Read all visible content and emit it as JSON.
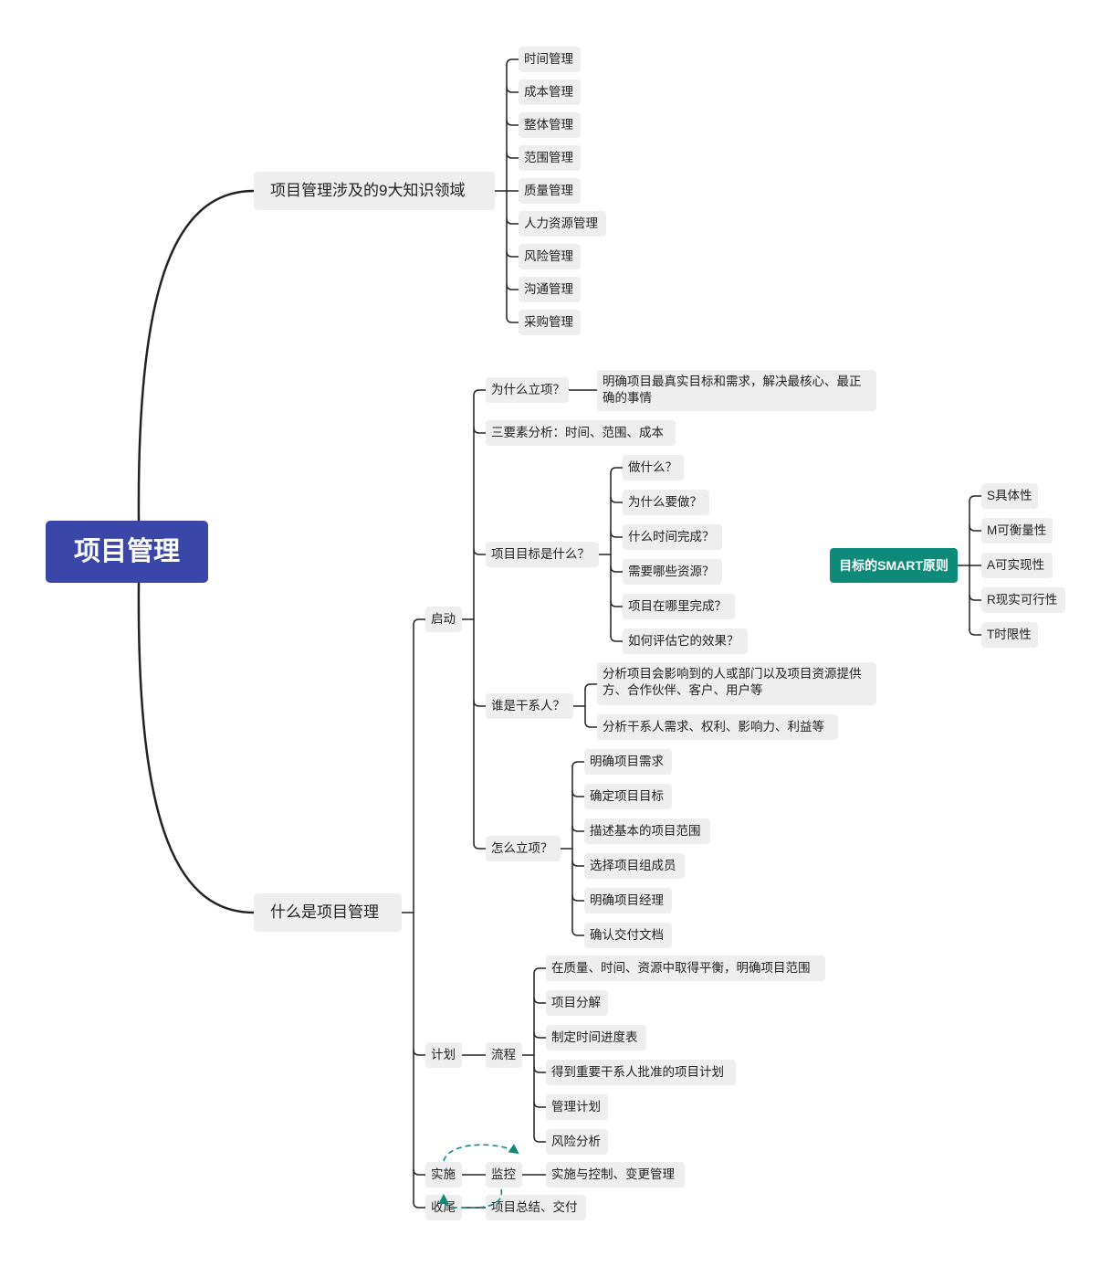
{
  "root": {
    "label": "项目管理"
  },
  "knowledge": {
    "label": "项目管理涉及的9大知识领域",
    "items": [
      "时间管理",
      "成本管理",
      "整体管理",
      "范围管理",
      "质量管理",
      "人力资源管理",
      "风险管理",
      "沟通管理",
      "采购管理"
    ]
  },
  "what": {
    "label": "什么是项目管理",
    "initiate": {
      "label": "启动",
      "why": {
        "label": "为什么立项？",
        "detail": "明确项目最真实目标和需求，解决最核心、最正确的事情"
      },
      "three_elements": "三要素分析：时间、范围、成本",
      "goal": {
        "label": "项目目标是什么？",
        "items": [
          "做什么？",
          "为什么要做？",
          "什么时间完成？",
          "需要哪些资源？",
          "项目在哪里完成？",
          "如何评估它的效果？"
        ]
      },
      "stakeholder": {
        "label": "谁是干系人？",
        "items": [
          "分析项目会影响到的人或部门以及项目资源提供方、合作伙伴、客户、用户等",
          "分析干系人需求、权利、影响力、利益等"
        ]
      },
      "how": {
        "label": "怎么立项？",
        "items": [
          "明确项目需求",
          "确定项目目标",
          "描述基本的项目范围",
          "选择项目组成员",
          "明确项目经理",
          "确认交付文档"
        ]
      }
    },
    "plan": {
      "label": "计划",
      "process": {
        "label": "流程",
        "items": [
          "在质量、时间、资源中取得平衡，明确项目范围",
          "项目分解",
          "制定时间进度表",
          "得到重要干系人批准的项目计划",
          "管理计划",
          "风险分析"
        ]
      }
    },
    "execute": {
      "label": "实施",
      "monitor": {
        "label": "监控",
        "detail": "实施与控制、变更管理"
      }
    },
    "close": {
      "label": "收尾",
      "detail": "项目总结、交付"
    }
  },
  "smart": {
    "label": "目标的SMART原则",
    "items": [
      "S具体性",
      "M可衡量性",
      "A可实现性",
      "R现实可行性",
      "T时限性"
    ]
  },
  "colors": {
    "root": "#3a47a8",
    "smart": "#0e8a7a",
    "relationship": "#0e8a7a",
    "topic_bg": "#eeeeee"
  }
}
